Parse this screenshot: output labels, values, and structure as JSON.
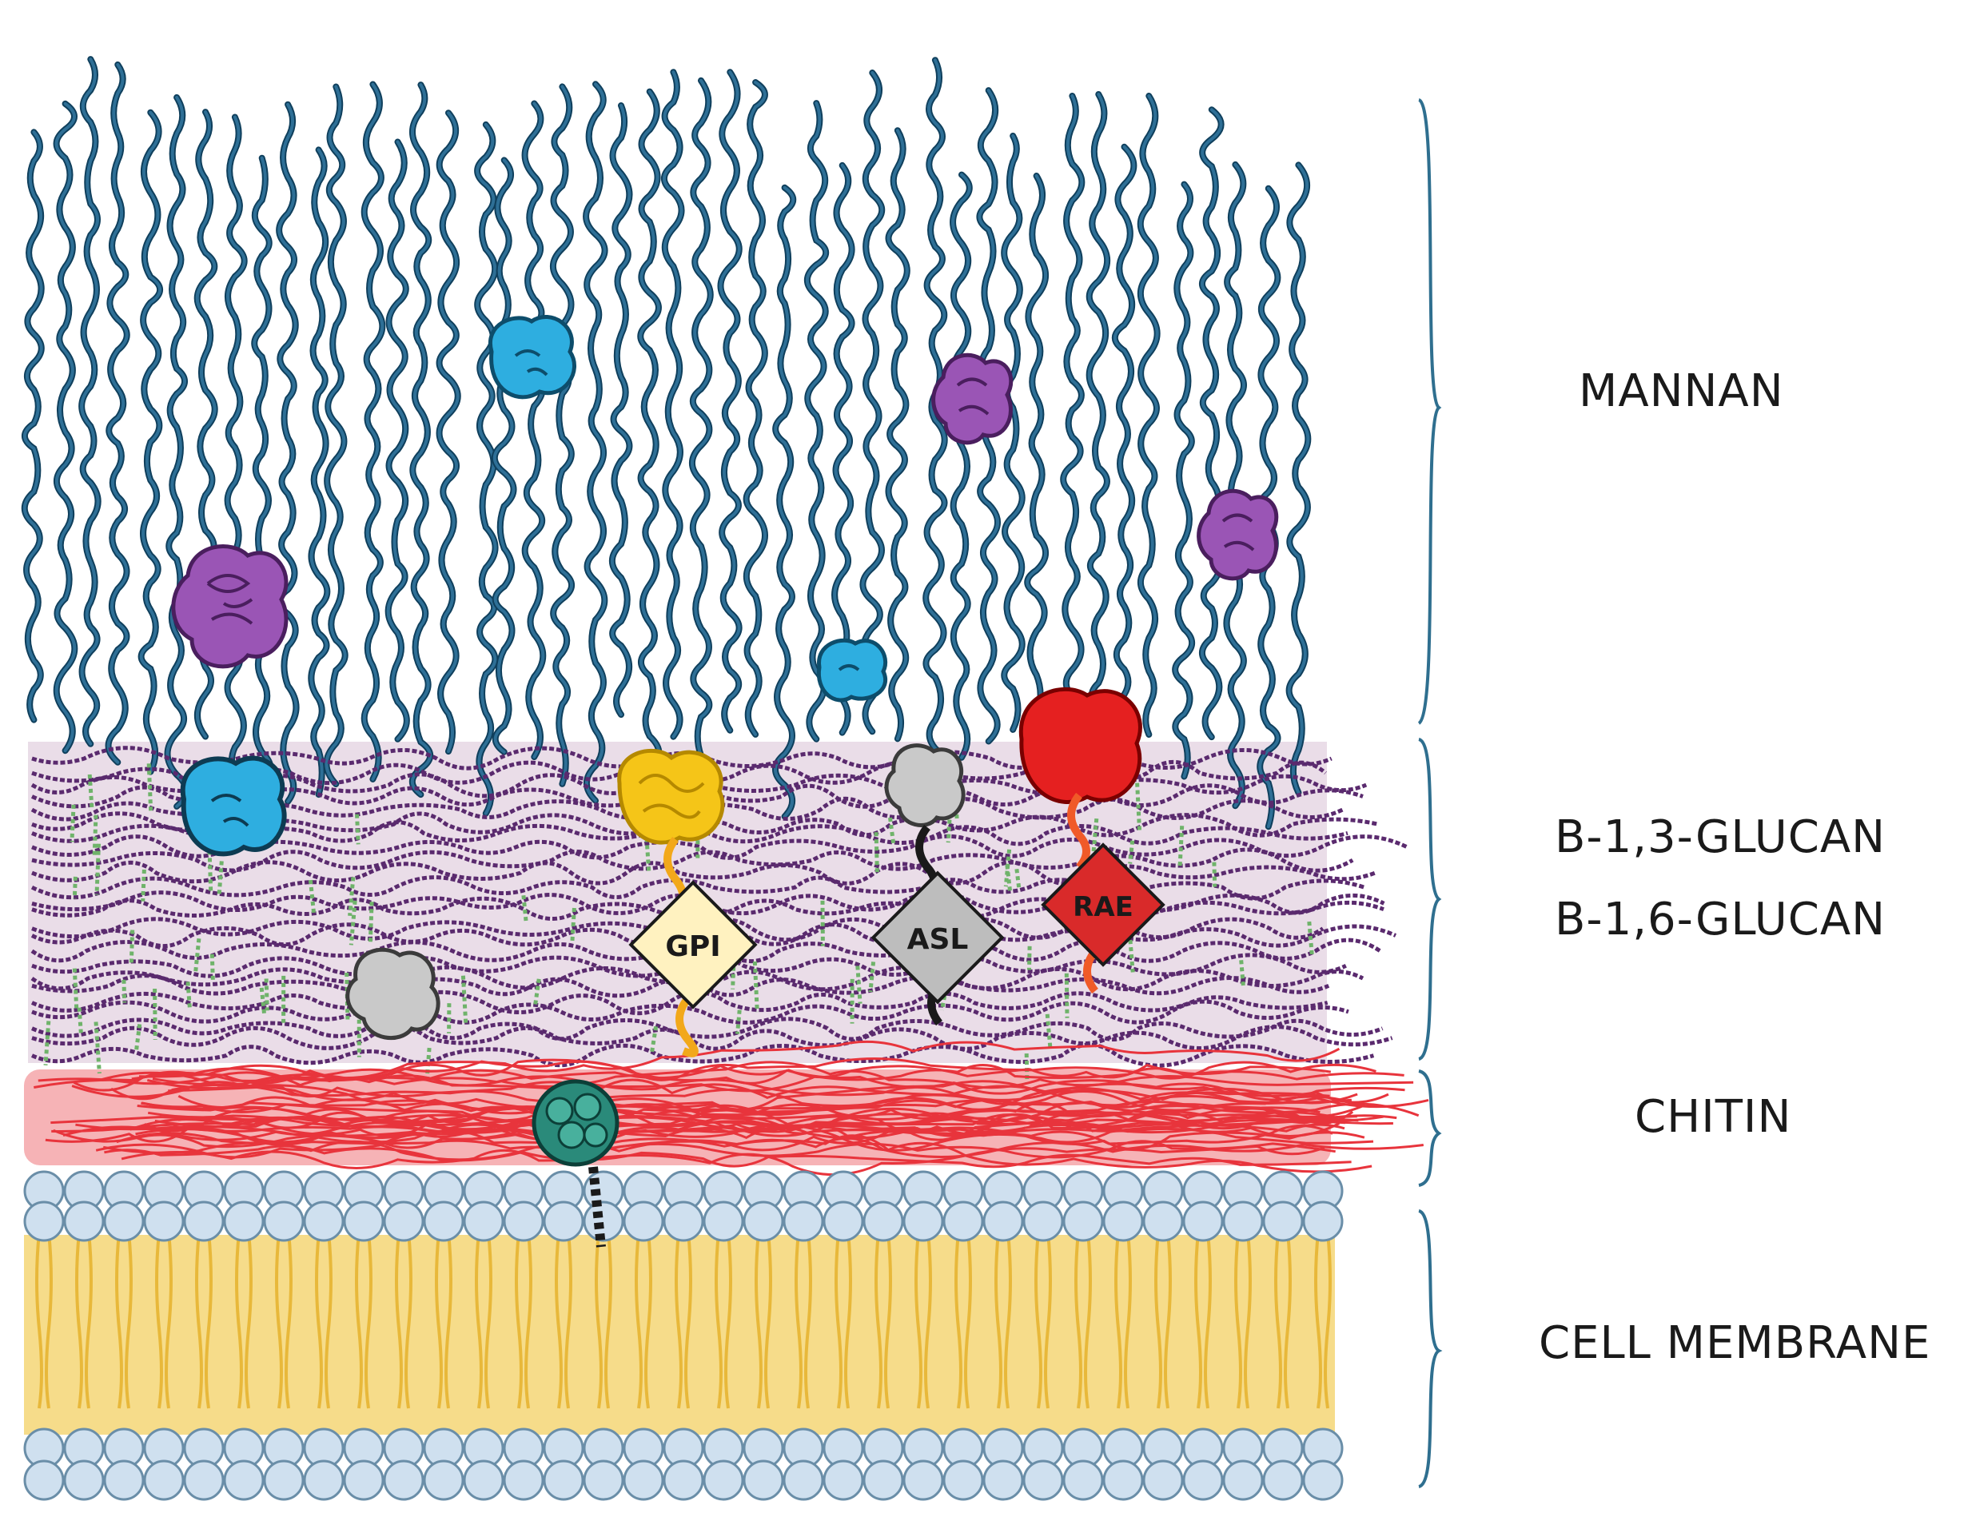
{
  "layers": {
    "mannan": "MANNAN",
    "glucan_1": "B-1,3-GLUCAN",
    "glucan_2": "B-1,6-GLUCAN",
    "chitin": "CHITIN",
    "membrane": "CELL MEMBRANE"
  },
  "proteins": {
    "gpi": "GPI",
    "asl": "ASL",
    "rae": "RAE"
  },
  "colors": {
    "mannan_fiber": "#2e6f96",
    "glucan_band": "#eadde8",
    "glucan_chain": "#5a2a6e",
    "glucan_branch": "#6fb36a",
    "chitin_band": "#f4a3a8",
    "chitin_fiber": "#e8343c",
    "lipid_head": "#cfe0ef",
    "lipid_tail": "#f2c94c",
    "bracket": "#2f6f8f",
    "protein_blue": "#2eaee0",
    "protein_purple": "#9a55b5",
    "protein_gray": "#b8b8b8",
    "protein_yellow": "#f5c518",
    "protein_red": "#e52020",
    "protein_teal": "#2a8a7a"
  }
}
